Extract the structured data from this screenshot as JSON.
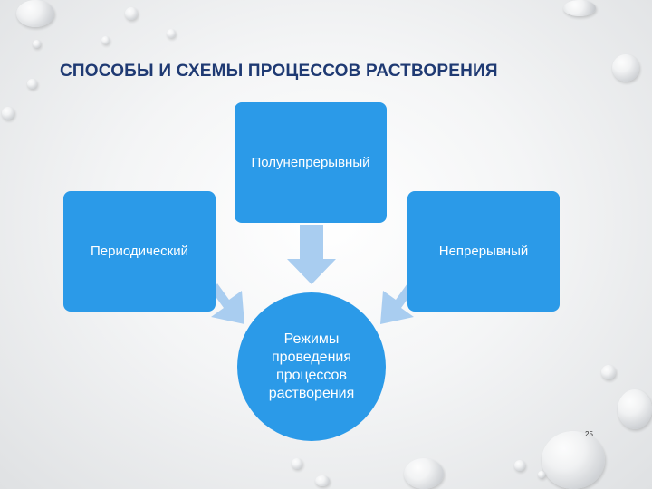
{
  "slide": {
    "title": "СПОСОБЫ И СХЕМЫ ПРОЦЕССОВ РАСТВОРЕНИЯ",
    "page_number": "25"
  },
  "diagram": {
    "nodes": {
      "top": "Полунепрерывный",
      "left": "Периодический",
      "right": "Непрерывный",
      "center": "Режимы проведения процессов растворения"
    }
  },
  "colors": {
    "box": "#2b9ae8",
    "arrow": "#a9cdf0",
    "title": "#1f3a73"
  }
}
